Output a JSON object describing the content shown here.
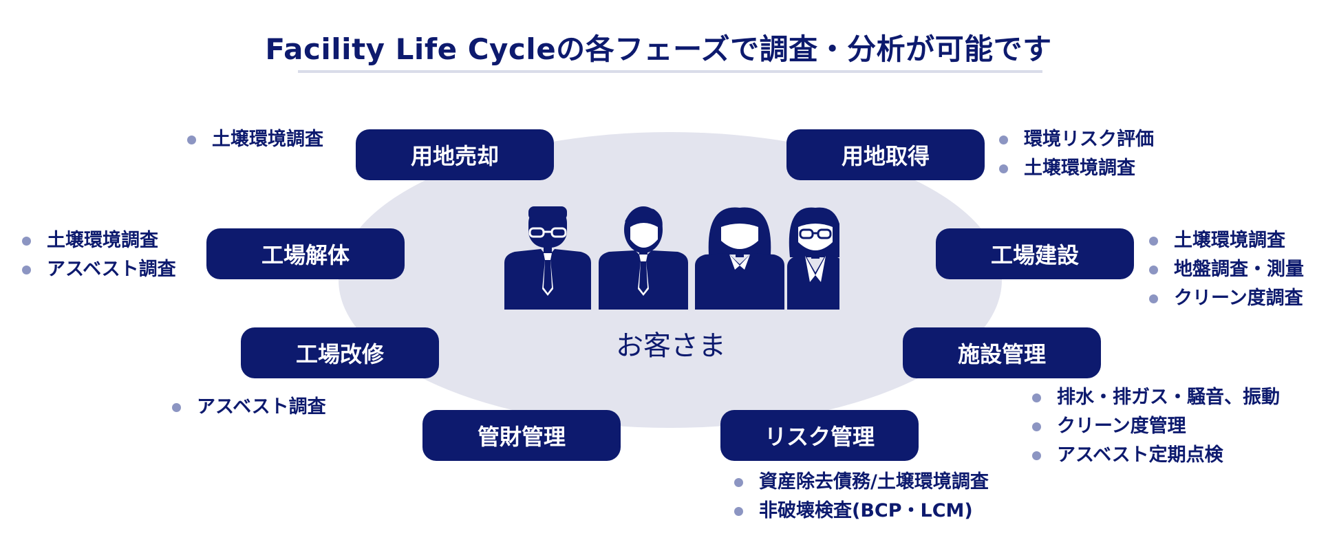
{
  "title": "Facility Life Cycleの各フェーズで調査・分析が可能です",
  "center_label": "お客さま",
  "phases": {
    "sale": {
      "label": "用地売却",
      "items": [
        "土壌環境調査"
      ]
    },
    "acquisition": {
      "label": "用地取得",
      "items": [
        "環境リスク評価",
        "土壌環境調査"
      ]
    },
    "demolition": {
      "label": "工場解体",
      "items": [
        "土壌環境調査",
        "アスベスト調査"
      ]
    },
    "construction": {
      "label": "工場建設",
      "items": [
        "土壌環境調査",
        "地盤調査・測量",
        "クリーン度調査"
      ]
    },
    "renovation": {
      "label": "工場改修",
      "items": [
        "アスベスト調査"
      ]
    },
    "facility_mgmt": {
      "label": "施設管理",
      "items": [
        "排水・排ガス・騒音、振動",
        "クリーン度管理",
        "アスベスト定期点検"
      ]
    },
    "asset_mgmt": {
      "label": "管財管理",
      "items": []
    },
    "risk_mgmt": {
      "label": "リスク管理",
      "items": [
        "資産除去債務/土壌環境調査",
        "非破壊検査(BCP・LCM)"
      ]
    }
  },
  "colors": {
    "navy": "#0d1a6e",
    "ellipse": "#e3e4ee",
    "bullet": "#8c95c2",
    "rule": "#d9dce9"
  }
}
